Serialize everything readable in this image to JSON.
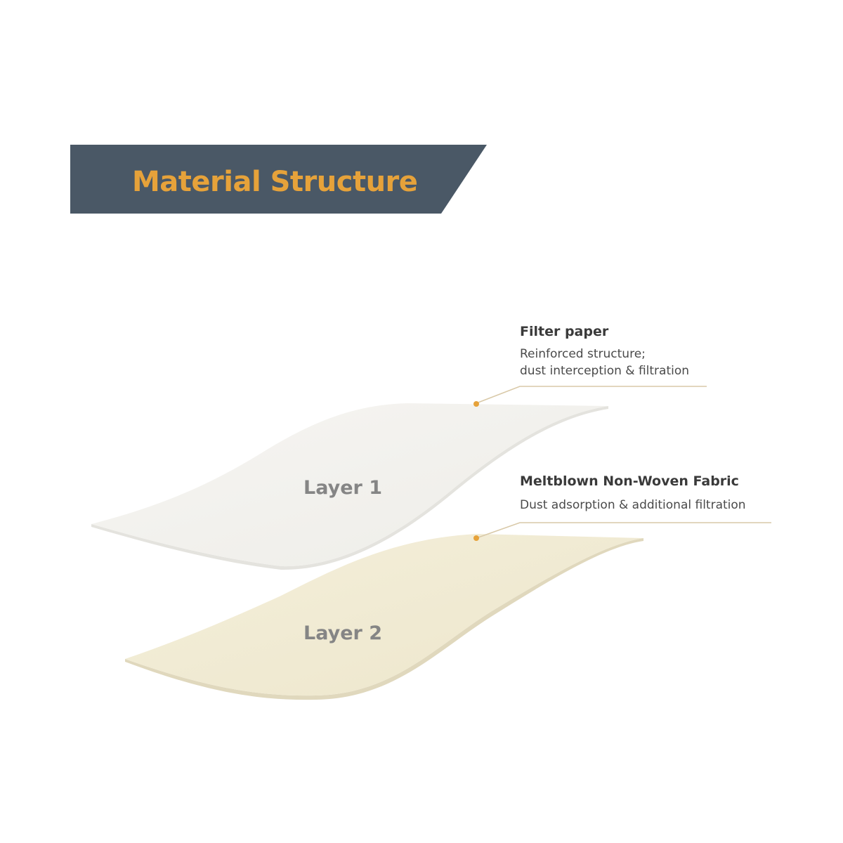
{
  "header": {
    "title": "Material Structure",
    "banner_color": "#4a5866",
    "title_color": "#e6a23a"
  },
  "layers": [
    {
      "label": "Layer 1",
      "fill_color": "#f3f2ee"
    },
    {
      "label": "Layer 2",
      "fill_color": "#f1ecd6"
    }
  ],
  "callouts": [
    {
      "title": "Filter paper",
      "description_lines": [
        "Reinforced structure;",
        "dust interception & filtration"
      ]
    },
    {
      "title": "Meltblown Non-Woven Fabric",
      "description_lines": [
        "Dust adsorption & additional filtration"
      ]
    }
  ],
  "accent_colors": {
    "marker_dot": "#e6a23a",
    "leader_line": "#d9c9a8"
  }
}
